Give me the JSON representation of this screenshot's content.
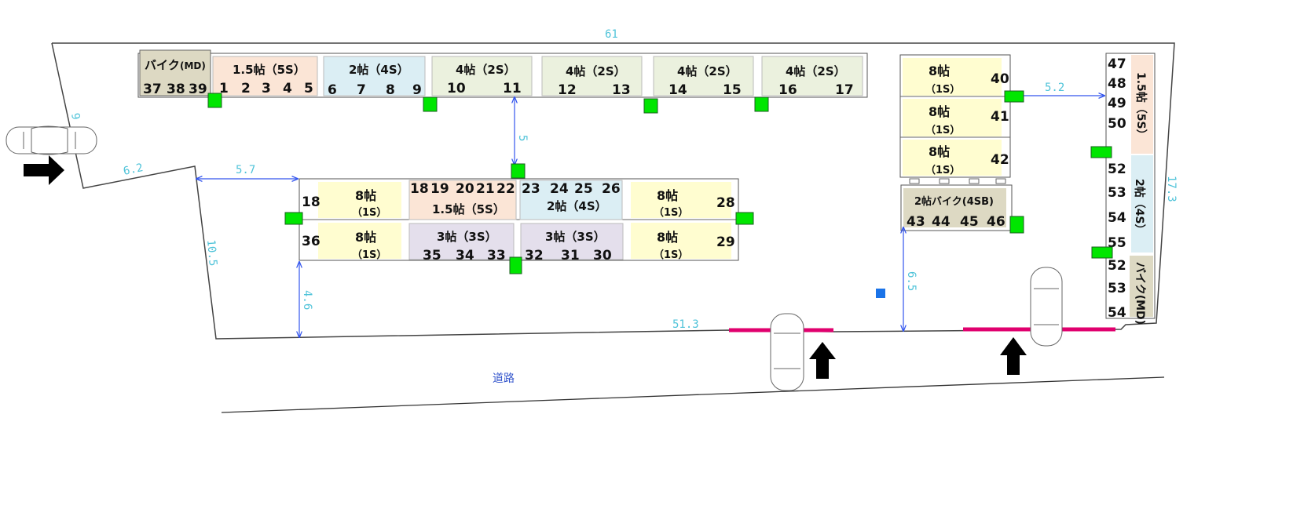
{
  "road_label": "道路",
  "dimensions": {
    "top": "61",
    "left_upper": "9",
    "left_mid": "6.2",
    "gap_upper": "5.7",
    "left_diag": "10.5",
    "gap_lower": "4.6",
    "bottom": "51.3",
    "center_vertical": "5",
    "right_horizontal": "5.2",
    "right_vertical": "6.5",
    "right_side": "17.3"
  },
  "units": {
    "bike_md_top": {
      "label": "バイク",
      "sub": "(MD)",
      "nums": [
        "37",
        "38",
        "39"
      ]
    },
    "u15_5s_top": {
      "label": "1.5帖（5S）",
      "nums": [
        "1",
        "2",
        "3",
        "4",
        "5"
      ]
    },
    "u2_4s_top": {
      "label": "2帖（4S）",
      "nums": [
        "6",
        "7",
        "8",
        "9"
      ]
    },
    "u4_a": {
      "label": "4帖（2S）",
      "nums": [
        "10",
        "11"
      ]
    },
    "u4_b": {
      "label": "4帖（2S）",
      "nums": [
        "12",
        "13"
      ]
    },
    "u4_c": {
      "label": "4帖（2S）",
      "nums": [
        "14",
        "15"
      ]
    },
    "u4_d": {
      "label": "4帖（2S）",
      "nums": [
        "16",
        "17"
      ]
    },
    "u8_18": {
      "label": "8帖",
      "sub": "（1S）",
      "num": "18"
    },
    "u8_36": {
      "label": "8帖",
      "sub": "（1S）",
      "num": "36"
    },
    "u15_mid": {
      "label": "1.5帖（5S）",
      "nums": [
        "18",
        "19",
        "20",
        "21",
        "22"
      ]
    },
    "u2_mid": {
      "label": "2帖（4S）",
      "nums": [
        "23",
        "24",
        "25",
        "26"
      ]
    },
    "u3_left": {
      "label": "3帖（3S）",
      "nums": [
        "35",
        "34",
        "33"
      ]
    },
    "u3_right": {
      "label": "3帖（3S）",
      "nums": [
        "32",
        "31",
        "30"
      ]
    },
    "u8_28": {
      "label": "8帖",
      "sub": "（1S）",
      "num": "28"
    },
    "u8_29": {
      "label": "8帖",
      "sub": "（1S）",
      "num": "29"
    },
    "u8_40": {
      "label": "8帖",
      "sub": "（1S）",
      "num": "40"
    },
    "u8_41": {
      "label": "8帖",
      "sub": "（1S）",
      "num": "41"
    },
    "u8_42": {
      "label": "8帖",
      "sub": "（1S）",
      "num": "42"
    },
    "bike_4sb": {
      "label": "2帖バイク(4SB)",
      "nums": [
        "43",
        "44",
        "45",
        "46"
      ]
    },
    "u15_right": {
      "label": "1.5帖（5S）",
      "nums": [
        "47",
        "48",
        "49",
        "50"
      ]
    },
    "u2_right": {
      "label": "2帖（4S）",
      "nums": [
        "52",
        "53",
        "54",
        "55"
      ]
    },
    "bike_md_right": {
      "label": "バイク(MD)",
      "nums": [
        "52",
        "53",
        "54"
      ]
    }
  },
  "colors": {
    "peach": "#fbe5d6",
    "blue": "#dbeef4",
    "green": "#ebf1de",
    "yellow": "#fffdd0",
    "lavender": "#e4dfec",
    "tan": "#ddd9c3",
    "marker": "#00e600",
    "entrance": "#e0006e",
    "arrow": "#3355ee"
  }
}
